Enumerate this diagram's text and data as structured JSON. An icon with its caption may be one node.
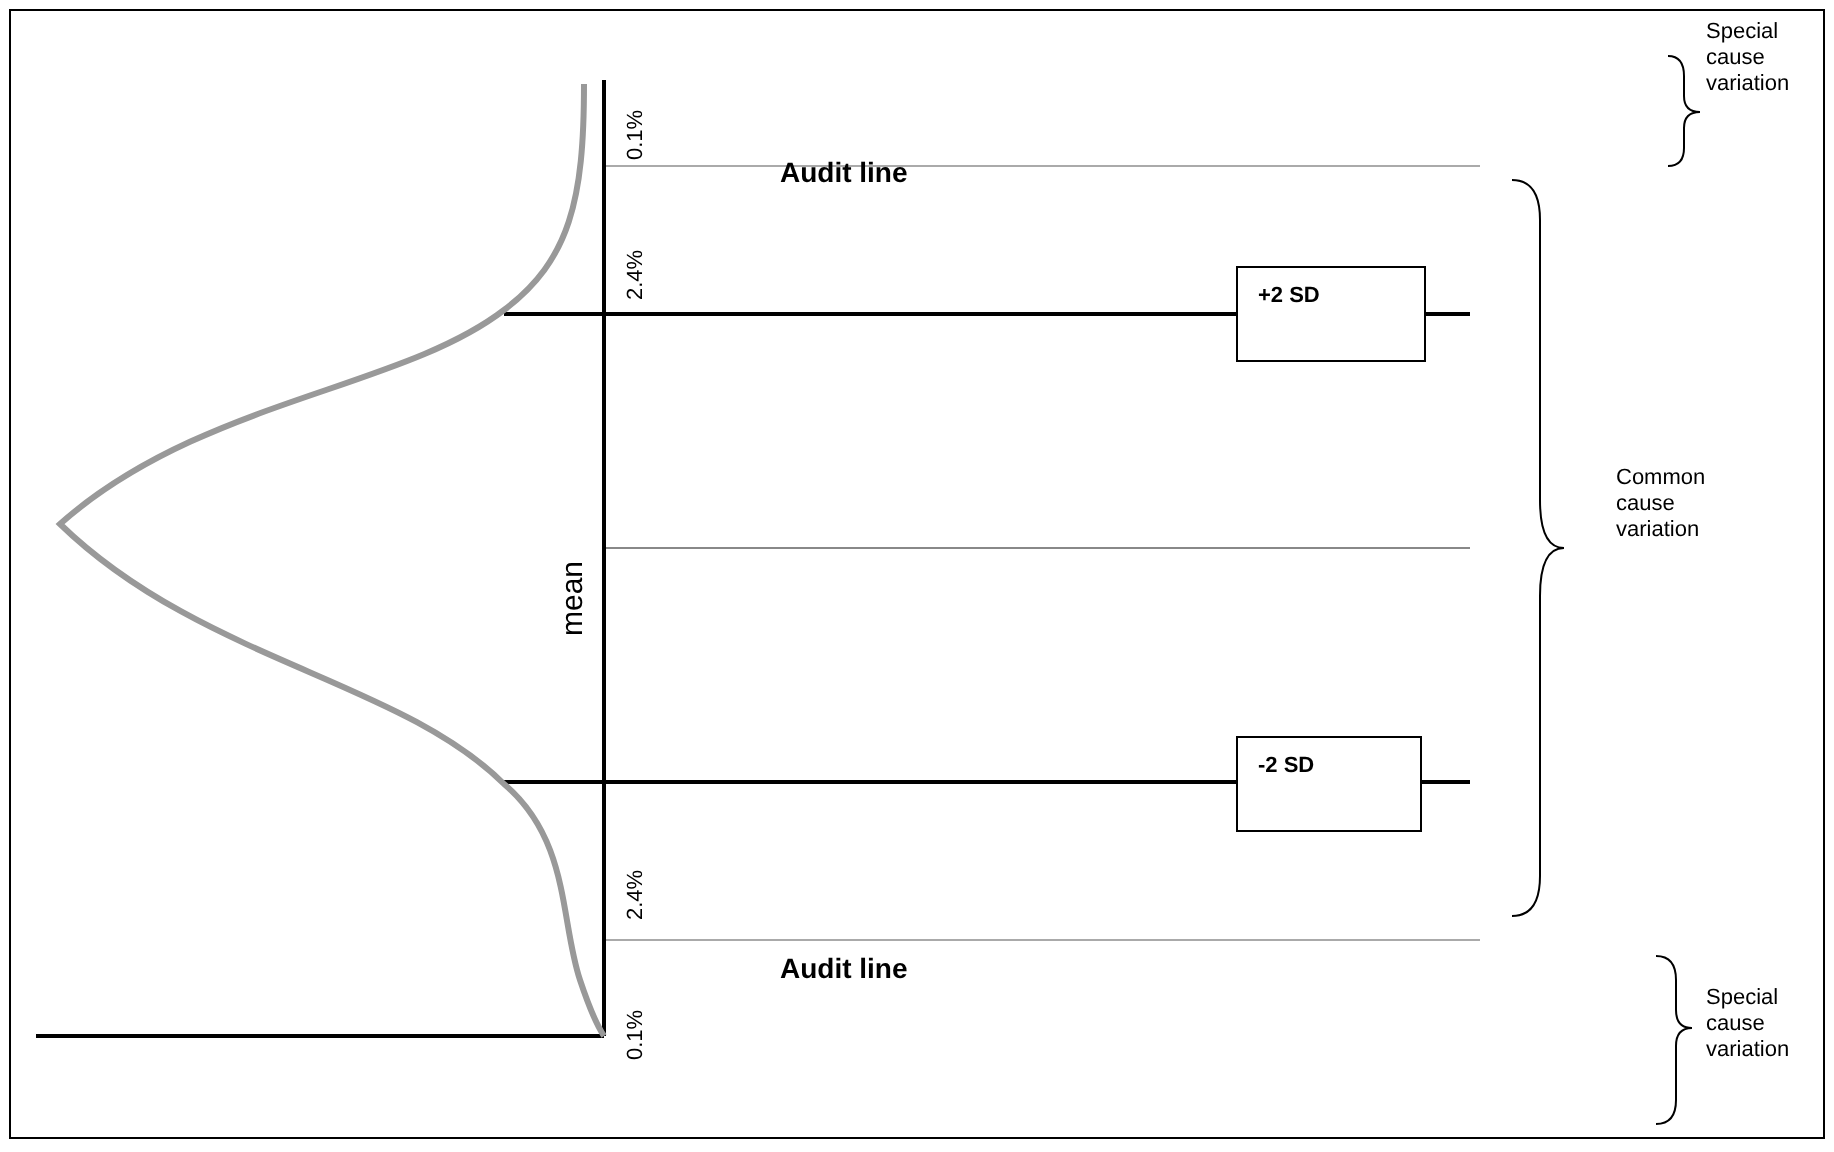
{
  "diagram": {
    "nodes": [
      {
        "text": [
          "+2 SD"
        ]
      },
      {
        "text": [
          "-2 SD"
        ]
      }
    ],
    "labels": [
      "Special cause variation",
      "0.1%",
      "Audit line",
      "2.4%",
      "Common cause variation",
      "mean",
      "2.4%",
      "Audit line",
      "0.1%",
      "Special cause variation"
    ]
  }
}
